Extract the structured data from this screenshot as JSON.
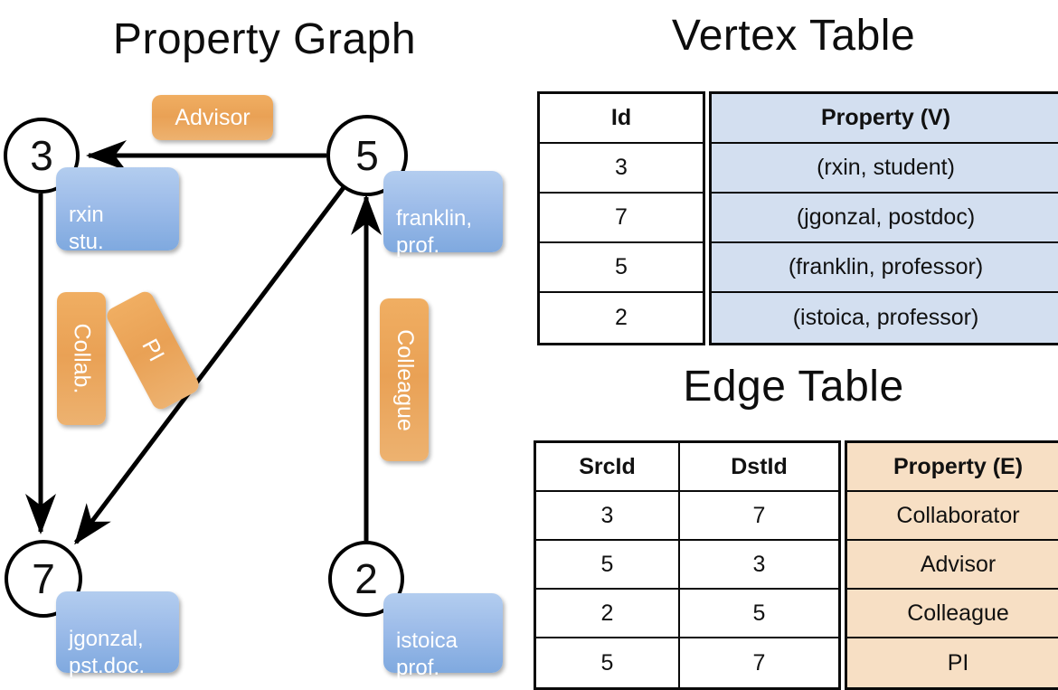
{
  "titles": {
    "property_graph": "Property Graph",
    "vertex_table": "Vertex Table",
    "edge_table": "Edge Table"
  },
  "colors": {
    "vertex_property_fill": "#d3dff0",
    "edge_property_fill": "#f7dfc4",
    "node_property_box": "#9dbce9",
    "edge_label_box": "#e9a155",
    "border": "#0a0a0a",
    "text": "#111111"
  },
  "graph": {
    "nodes": [
      {
        "id": "3",
        "property_lines": "rxin\nstu."
      },
      {
        "id": "5",
        "property_lines": "franklin,\nprof."
      },
      {
        "id": "7",
        "property_lines": "jgonzal,\npst.doc."
      },
      {
        "id": "2",
        "property_lines": "istoica\nprof."
      }
    ],
    "edge_labels": [
      {
        "name": "advisor",
        "text": "Advisor"
      },
      {
        "name": "collab",
        "text": "Collab."
      },
      {
        "name": "pi",
        "text": "PI"
      },
      {
        "name": "colleague",
        "text": "Colleague"
      }
    ]
  },
  "vertex_table": {
    "headers": [
      "Id",
      "Property (V)"
    ],
    "rows": [
      {
        "id": "3",
        "property": "(rxin, student)"
      },
      {
        "id": "7",
        "property": "(jgonzal, postdoc)"
      },
      {
        "id": "5",
        "property": "(franklin, professor)"
      },
      {
        "id": "2",
        "property": "(istoica, professor)"
      }
    ]
  },
  "edge_table": {
    "headers": [
      "SrcId",
      "DstId",
      "Property (E)"
    ],
    "rows": [
      {
        "src": "3",
        "dst": "7",
        "property": "Collaborator"
      },
      {
        "src": "5",
        "dst": "3",
        "property": "Advisor"
      },
      {
        "src": "2",
        "dst": "5",
        "property": "Colleague"
      },
      {
        "src": "5",
        "dst": "7",
        "property": "PI"
      }
    ]
  }
}
